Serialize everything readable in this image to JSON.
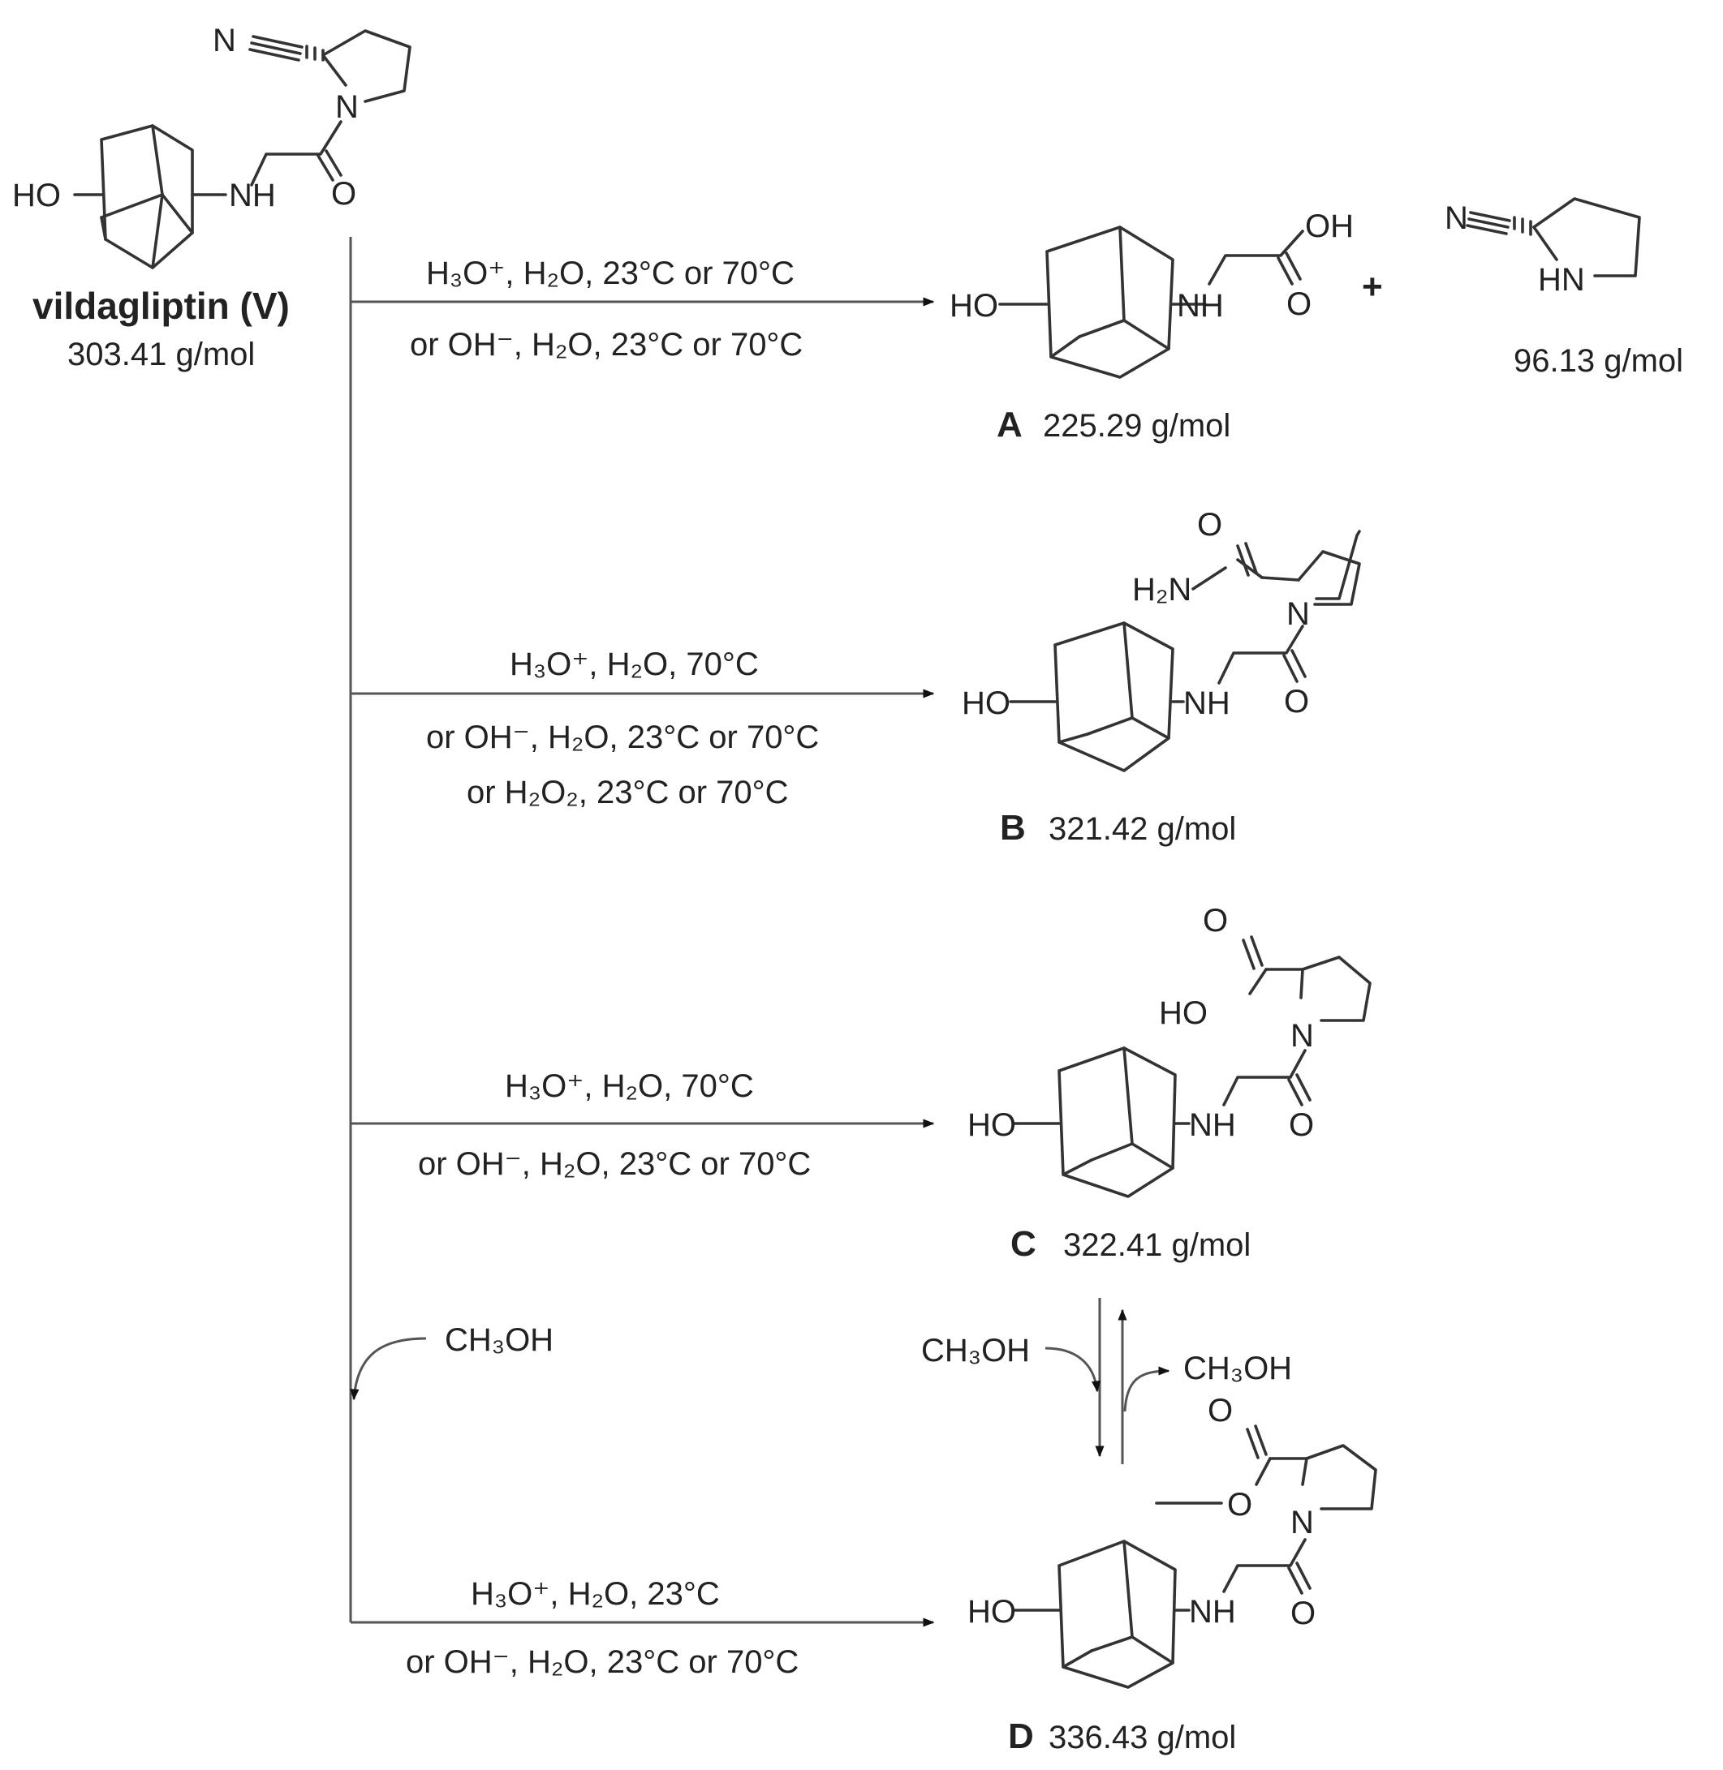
{
  "reactant": {
    "name": "vildagliptin (V)",
    "mw": "303.41 g/mol"
  },
  "atoms": {
    "ho": "HO",
    "nh": "NH",
    "n": "N",
    "o": "O",
    "oh": "OH",
    "nitrile_n": "N",
    "hn": "HN",
    "h2n": "H₂N",
    "methyl": "—",
    "plus": "+"
  },
  "reactions": [
    {
      "id": "A",
      "conditions": [
        "H₃O⁺, H₂O, 23°C or 70°C",
        "or OH⁻, H₂O, 23°C or 70°C"
      ],
      "product_label": "A",
      "product_mw": "225.29 g/mol",
      "side_product_mw": "96.13 g/mol"
    },
    {
      "id": "B",
      "conditions": [
        "H₃O⁺, H₂O, 70°C",
        "or OH⁻, H₂O, 23°C or 70°C",
        "or H₂O₂, 23°C or 70°C"
      ],
      "product_label": "B",
      "product_mw": "321.42 g/mol"
    },
    {
      "id": "C",
      "conditions": [
        "H₃O⁺, H₂O, 70°C",
        "or OH⁻, H₂O, 23°C or 70°C"
      ],
      "product_label": "C",
      "product_mw": "322.41 g/mol"
    },
    {
      "id": "D",
      "conditions": [
        "H₃O⁺, H₂O, 23°C",
        "or OH⁻, H₂O, 23°C or 70°C"
      ],
      "product_label": "D",
      "product_mw": "336.43 g/mol"
    }
  ],
  "methanol": {
    "branch": "CH₃OH",
    "eq_in": "CH₃OH",
    "eq_out": "CH₃OH"
  }
}
